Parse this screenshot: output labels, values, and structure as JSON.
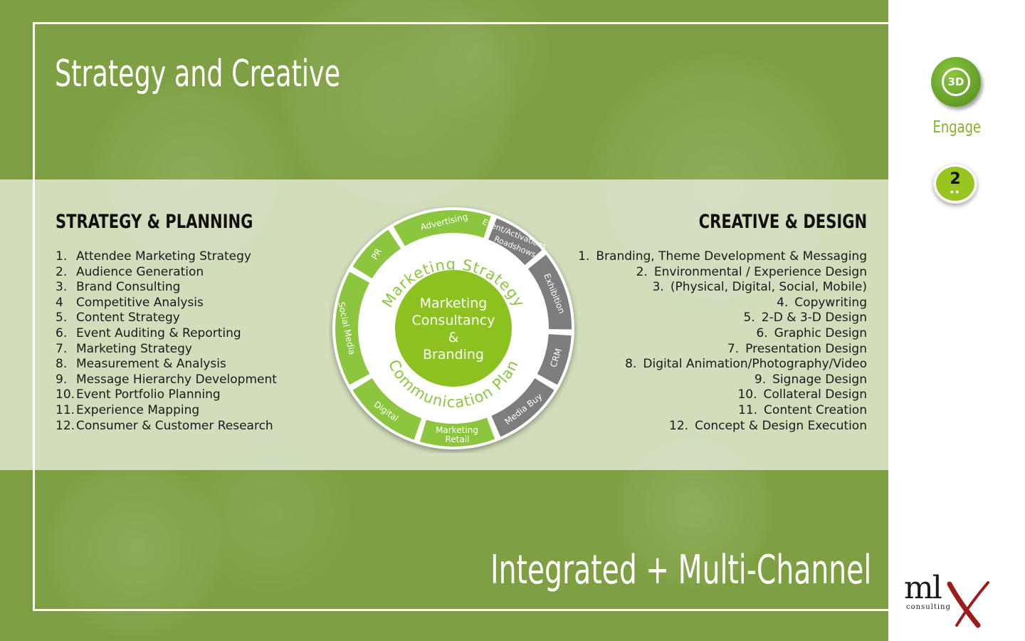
{
  "slide": {
    "title": "Strategy and Creative",
    "footer_title": "Integrated + Multi-Channel"
  },
  "left_section": {
    "heading": "STRATEGY & PLANNING",
    "items": [
      {
        "num": "1.",
        "text": "Attendee Marketing Strategy"
      },
      {
        "num": "2.",
        "text": "Audience Generation"
      },
      {
        "num": "3.",
        "text": "Brand Consulting"
      },
      {
        "num": "4",
        "text": "Competitive Analysis"
      },
      {
        "num": "5.",
        "text": "Content Strategy"
      },
      {
        "num": "6.",
        "text": "Event Auditing & Reporting"
      },
      {
        "num": "7.",
        "text": "Marketing Strategy"
      },
      {
        "num": "8.",
        "text": "Measurement & Analysis"
      },
      {
        "num": "9.",
        "text": "Message Hierarchy Development"
      },
      {
        "num": "10.",
        "text": "Event Portfolio Planning"
      },
      {
        "num": "11.",
        "text": "Experience Mapping"
      },
      {
        "num": "12.",
        "text": "Consumer & Customer Research"
      }
    ]
  },
  "right_section": {
    "heading": "CREATIVE & DESIGN",
    "items": [
      {
        "num": "1.",
        "text": "Branding, Theme Development & Messaging"
      },
      {
        "num": "2.",
        "text": "Environmental / Experience Design"
      },
      {
        "num": "3.",
        "text": "(Physical, Digital, Social, Mobile)"
      },
      {
        "num": "4.",
        "text": "Copywriting"
      },
      {
        "num": "5.",
        "text": "2-D & 3-D Design"
      },
      {
        "num": "6.",
        "text": "Graphic Design"
      },
      {
        "num": "7.",
        "text": "Presentation Design"
      },
      {
        "num": "8.",
        "text": "Digital Animation/Photography/Video"
      },
      {
        "num": "9.",
        "text": "Signage Design"
      },
      {
        "num": "10.",
        "text": "Collateral Design"
      },
      {
        "num": "11.",
        "text": "Content Creation"
      },
      {
        "num": "12.",
        "text": "Concept & Design Execution"
      }
    ]
  },
  "wheel": {
    "center_lines": [
      "Marketing",
      "Consultancy",
      "&",
      "Branding"
    ],
    "arc_top": "Marketing Strategy",
    "arc_bottom": "Communication Plan",
    "segments": [
      "Advertising",
      "Event/Activations",
      "Roadshows",
      "Exhibition",
      "CRM",
      "Media Buy",
      "Retail",
      "Marketing",
      "Digital",
      "Social Media",
      "PR"
    ],
    "colors": {
      "green": "#8cc63f",
      "grey": "#7d7d7d",
      "center": "#8cc21f"
    }
  },
  "sidebar": {
    "engage_icon_text": "3D",
    "engage_label": "Engage",
    "page_number": "2",
    "page_dots": "●●"
  },
  "logo": {
    "text": "ml",
    "x_letter": "X",
    "subtitle": "consulting"
  },
  "colors": {
    "background_green": "#7ea042",
    "band": "#e8eede",
    "accent_green": "#86b12a",
    "logo_red": "#9e1b1b"
  }
}
